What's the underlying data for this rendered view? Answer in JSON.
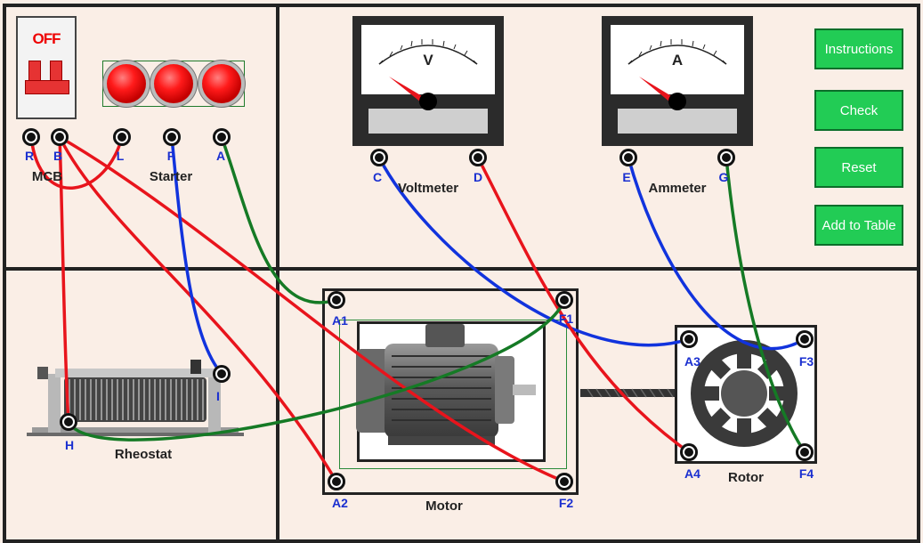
{
  "mcb": {
    "label": "MCB",
    "switch_text": "OFF"
  },
  "starter": {
    "label": "Starter"
  },
  "voltmeter": {
    "label": "Voltmeter",
    "symbol": "V"
  },
  "ammeter": {
    "label": "Ammeter",
    "symbol": "A"
  },
  "rheostat": {
    "label": "Rheostat"
  },
  "motor": {
    "label": "Motor"
  },
  "rotor": {
    "label": "Rotor"
  },
  "terminals": {
    "R": "R",
    "B": "B",
    "L": "L",
    "F": "F",
    "A": "A",
    "C": "C",
    "D": "D",
    "E": "E",
    "G": "G",
    "H": "H",
    "I": "I",
    "A1": "A1",
    "F1": "F1",
    "A2": "A2",
    "F2": "F2",
    "A3": "A3",
    "F3": "F3",
    "A4": "A4",
    "F4": "F4"
  },
  "buttons": {
    "instructions": "Instructions",
    "check": "Check",
    "reset": "Reset",
    "add_to_table": "Add to Table"
  },
  "colors": {
    "wire_red": "#e8141c",
    "wire_blue": "#1133dd",
    "wire_green": "#157a25",
    "button_green": "#22cc55",
    "label_blue": "#1a2fd0",
    "background": "#faeee6"
  }
}
